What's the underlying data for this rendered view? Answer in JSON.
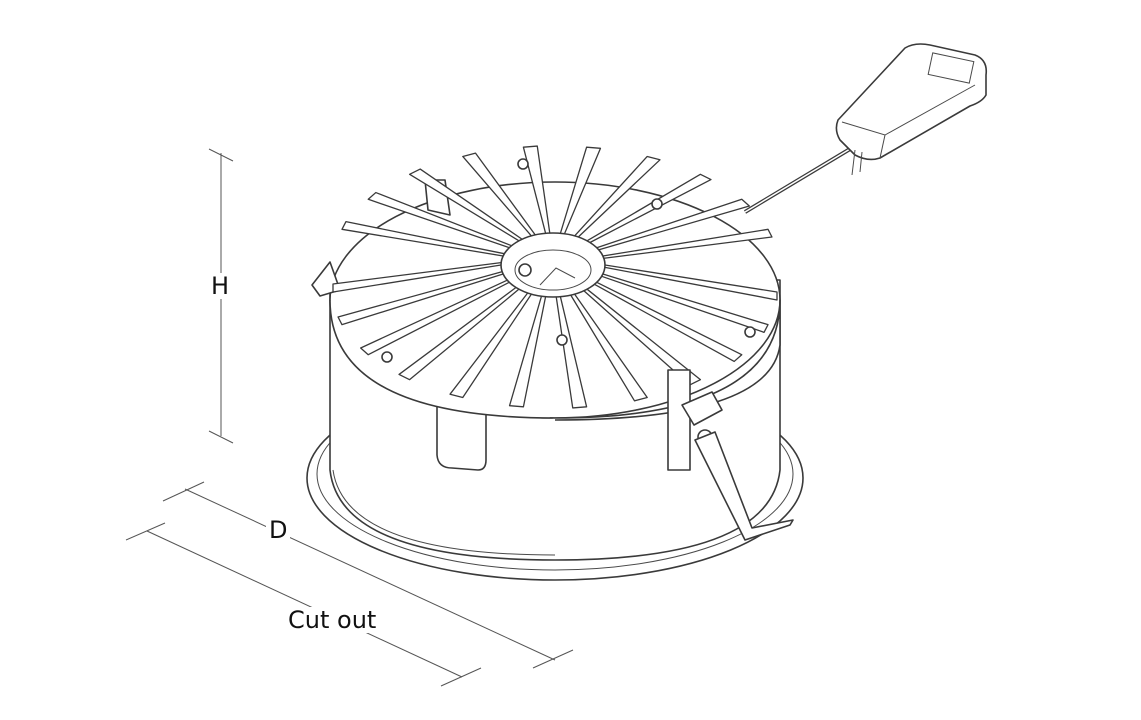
{
  "dimensions": {
    "height_label": "H",
    "depth_label": "D",
    "cutout_label": "Cut out"
  },
  "drawing": {
    "fin_count": 22,
    "line_color": "#3a3a3a"
  }
}
